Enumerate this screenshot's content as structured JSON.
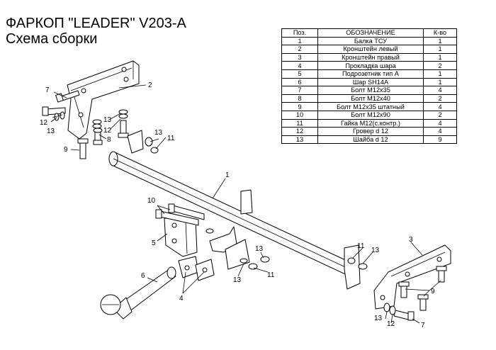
{
  "header": {
    "title": "ФАРКОП \"LEADER\" V203-A",
    "subtitle": "Схема сборки"
  },
  "table": {
    "headers": [
      "Поз.",
      "ОБОЗНАЧЕНИЕ",
      "К-во"
    ],
    "rows": [
      [
        "1",
        "Балка ТСУ",
        "1"
      ],
      [
        "2",
        "Кронштейн левый",
        "1"
      ],
      [
        "3",
        "Кронштейн правый",
        "1"
      ],
      [
        "4",
        "Прокладка шара",
        "2"
      ],
      [
        "5",
        "Подрозетник тип А",
        "1"
      ],
      [
        "6",
        "Шар SH14A",
        "1"
      ],
      [
        "7",
        "Болт М12х35",
        "4"
      ],
      [
        "8",
        "Болт М12х40",
        "2"
      ],
      [
        "9",
        "Болт М12х35 штатный",
        "4"
      ],
      [
        "10",
        "Болт М12х90",
        "2"
      ],
      [
        "11",
        "Гайка М12(с.контр.)",
        "4"
      ],
      [
        "12",
        "Гровер d 12",
        "4"
      ],
      [
        "13",
        "Шайба d 12",
        "9"
      ]
    ]
  },
  "callouts": {
    "c1": "1",
    "c2": "2",
    "c3": "3",
    "c4": "4",
    "c5": "5",
    "c6": "6",
    "c7a": "7",
    "c7b": "7",
    "c8": "8",
    "c9a": "9",
    "c9b": "9",
    "c10": "10",
    "c11a": "11",
    "c11b": "11",
    "c11c": "11",
    "c12a": "12",
    "c12b": "12",
    "c12c": "12",
    "c13a": "13",
    "c13b": "13",
    "c13c": "13",
    "c13d": "13",
    "c13e": "13",
    "c13f": "13",
    "c13g": "13"
  }
}
